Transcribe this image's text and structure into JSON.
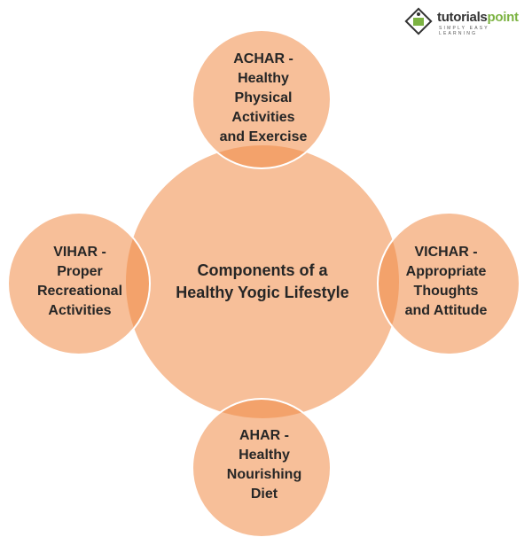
{
  "logo": {
    "brand": "tutorialspoint",
    "brand_main": "tutorials",
    "brand_accent": "point",
    "tagline": "SIMPLY EASY LEARNING"
  },
  "diagram": {
    "center": {
      "line1": "Components of a",
      "line2": "Healthy Yogic Lifestyle"
    },
    "top": {
      "lines": [
        "ACHAR -",
        "Healthy",
        "Physical",
        "Activities",
        "and Exercise"
      ]
    },
    "left": {
      "lines": [
        "VIHAR -",
        "Proper",
        "Recreational",
        "Activities"
      ]
    },
    "right": {
      "lines": [
        "VICHAR -",
        "Appropriate",
        "Thoughts",
        "and Attitude"
      ]
    },
    "bottom": {
      "lines": [
        "AHAR -",
        "Healthy",
        "Nourishing",
        "Diet"
      ]
    }
  },
  "colors": {
    "fill": "#f08a45",
    "stroke": "#ffffff",
    "text": "#262626"
  }
}
